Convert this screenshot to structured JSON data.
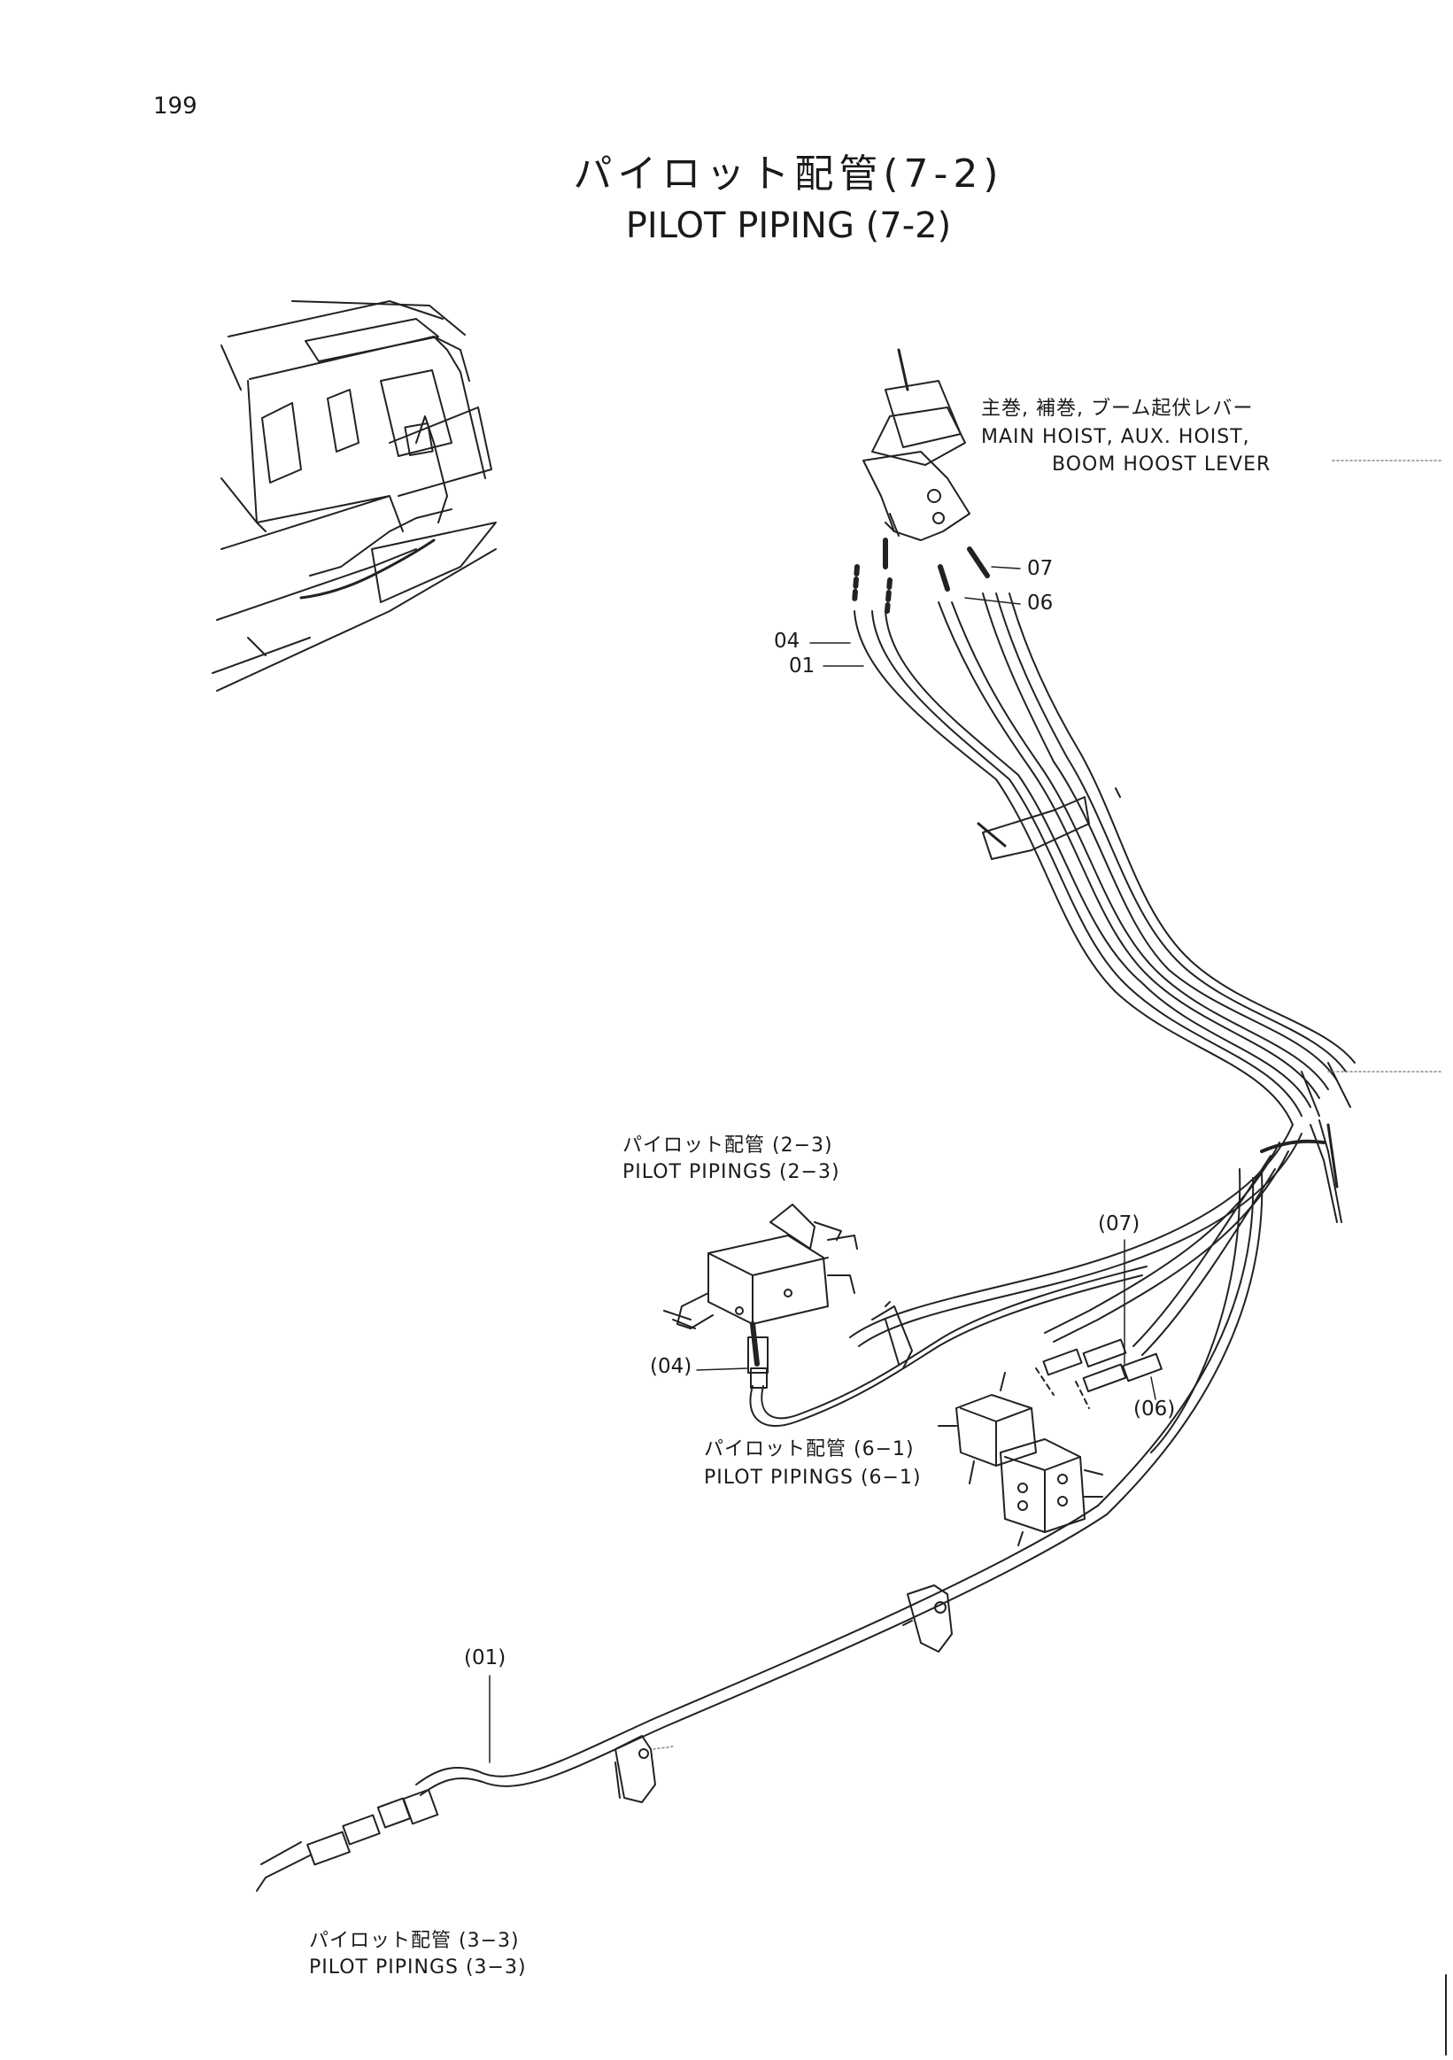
{
  "page_number": "199",
  "title": {
    "japanese": "パイロット配管(7-2)",
    "english": "PILOT PIPING (7-2)"
  },
  "lever_label": {
    "japanese": "主巻, 補巻, ブーム起伏レバー",
    "english_line1": "MAIN HOIST, AUX. HOIST,",
    "english_line2": "BOOM HOOST LEVER"
  },
  "part_numbers": {
    "p07": "07",
    "p06": "06",
    "p04": "04",
    "p01": "01",
    "ref07": "(07)",
    "ref04": "(04)",
    "ref06": "(06)",
    "ref01": "(01)"
  },
  "references": {
    "pilot_2_3_jp": "パイロット配管 (2−3)",
    "pilot_2_3_en": "PILOT PIPINGS (2−3)",
    "pilot_6_1_jp": "パイロット配管 (6−1)",
    "pilot_6_1_en": "PILOT PIPINGS (6−1)",
    "pilot_3_3_jp": "パイロット配管 (3−3)",
    "pilot_3_3_en": "PILOT PIPINGS (3−3)"
  }
}
